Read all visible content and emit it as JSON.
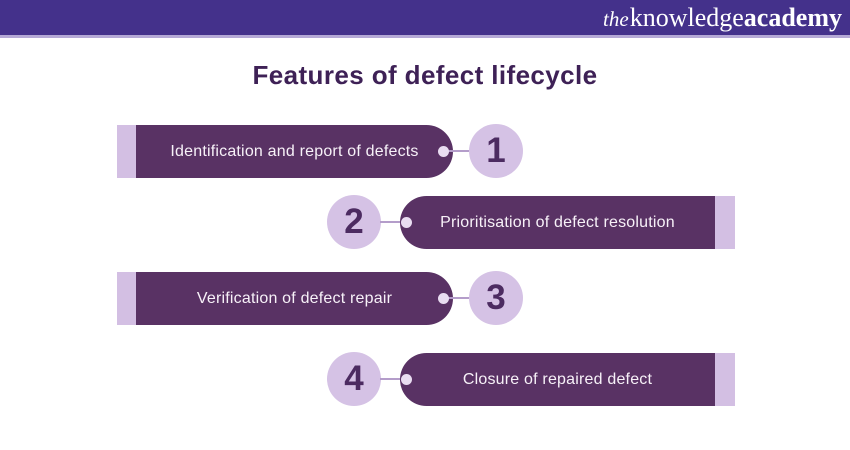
{
  "header": {
    "logo_the": "the",
    "logo_knowledge": "knowledge",
    "logo_academy": "academy"
  },
  "title": "Features of defect lifecycle",
  "steps": [
    {
      "number": "1",
      "label": "Identification and report of defects",
      "side": "left"
    },
    {
      "number": "2",
      "label": "Prioritisation of defect resolution",
      "side": "right"
    },
    {
      "number": "3",
      "label": "Verification of defect repair",
      "side": "left"
    },
    {
      "number": "4",
      "label": "Closure of repaired defect",
      "side": "right"
    }
  ],
  "colors": {
    "header_bg": "#44318B",
    "header_border": "#B5A9D6",
    "title": "#3E2156",
    "pill": "#593264",
    "pill_text": "#F7F1F8",
    "strip": "#D3BFE3",
    "circle": "#D5C2E5",
    "number": "#4C2B61",
    "dot": "#E9DDF1",
    "connector": "#B49DCA"
  }
}
